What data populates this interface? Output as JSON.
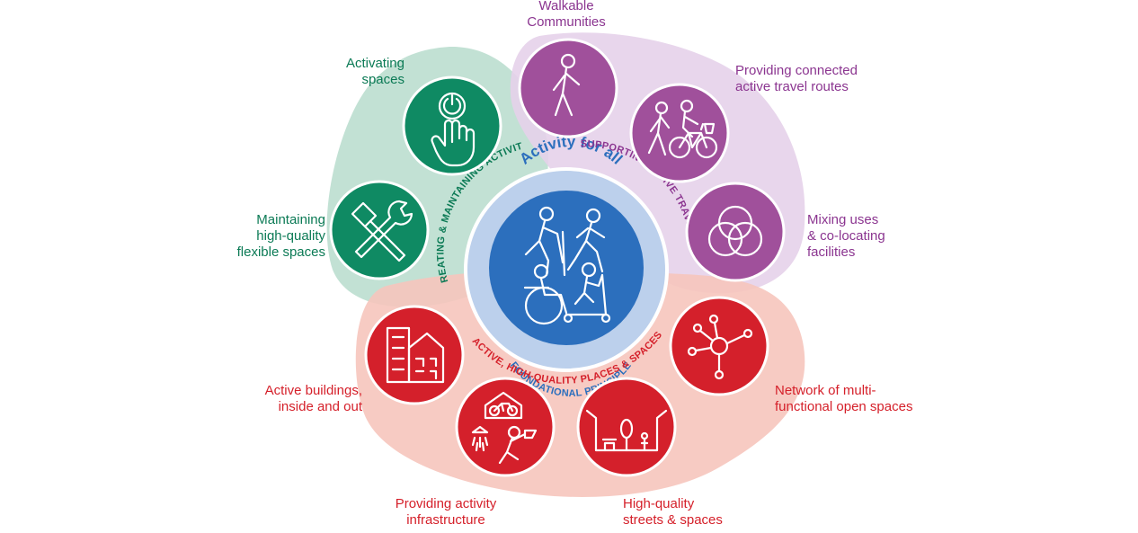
{
  "colors": {
    "green": "#0b7a55",
    "green_fill": "#0f8a63",
    "green_blob": "#b7dccd",
    "purple": "#8b3590",
    "purple_fill": "#a0509b",
    "purple_blob": "#e6d2ea",
    "red": "#d5202a",
    "red_fill": "#d4202b",
    "red_blob": "#f6c5bd",
    "blue": "#2c6fbd",
    "blue_ring": "#bcd0ec"
  },
  "center": {
    "title": "Activity for all",
    "subtitle": "FOUNDATIONAL PRINCIPLE",
    "icon": "people-activity-icon"
  },
  "groups": [
    {
      "id": "green",
      "arc_label": "CREATING & MAINTAINING ACTIVITY"
    },
    {
      "id": "purple",
      "arc_label": "SUPPORTING ACTIVE TRAVEL"
    },
    {
      "id": "red",
      "arc_label": "ACTIVE, HIGH-QUALITY PLACES & SPACES"
    }
  ],
  "items": [
    {
      "label": "Activating\nspaces",
      "group": "green",
      "icon": "power-button-hand-icon"
    },
    {
      "label": "Maintaining\nhigh-quality\nflexible spaces",
      "group": "green",
      "icon": "hammer-wrench-icon"
    },
    {
      "label": "Walkable\nCommunities",
      "group": "purple",
      "icon": "walking-person-icon"
    },
    {
      "label": "Providing connected\nactive travel routes",
      "group": "purple",
      "icon": "walker-and-cyclist-icon"
    },
    {
      "label": "Mixing uses\n& co-locating\nfacilities",
      "group": "purple",
      "icon": "venn-diagram-icon"
    },
    {
      "label": "Active buildings,\ninside and out",
      "group": "red",
      "icon": "buildings-icon"
    },
    {
      "label": "Network of multi-\nfunctional open spaces",
      "group": "red",
      "icon": "network-nodes-icon"
    },
    {
      "label": "Providing activity\ninfrastructure",
      "group": "red",
      "icon": "bike-shower-icon"
    },
    {
      "label": "High-quality\nstreets & spaces",
      "group": "red",
      "icon": "street-trees-icon"
    }
  ]
}
